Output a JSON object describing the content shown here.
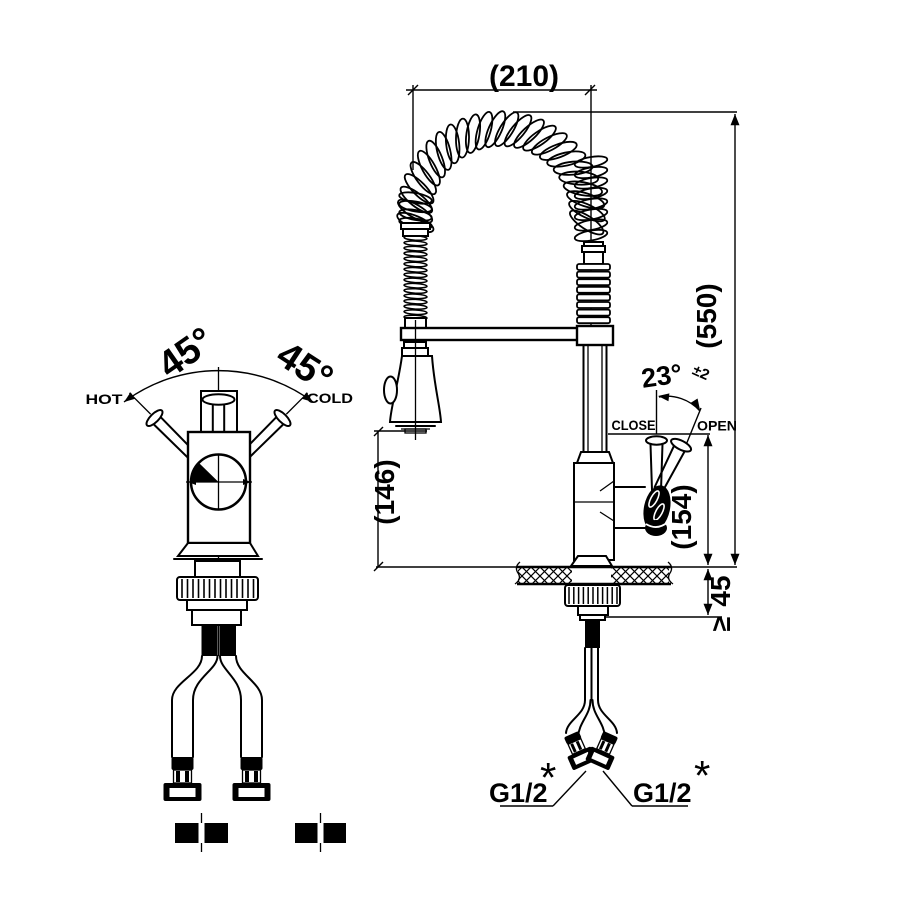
{
  "view_front": {
    "hot": "HOT",
    "cold": "COLD",
    "swing_left": "45°",
    "swing_right": "45°"
  },
  "view_side": {
    "close": "CLOSE",
    "open": "OPEN",
    "handle_angle": "23°",
    "handle_angle_tol": "±2",
    "dim_width": "(210)",
    "dim_height": "(550)",
    "dim_spray_clearance": "(146)",
    "dim_handle_height": "(154)",
    "dim_deck_prefix": "≥",
    "dim_deck": "45",
    "thread_left": "G1/2",
    "thread_right": "G1/2",
    "note_left": "*",
    "note_right": "*"
  },
  "colors": {
    "line": "#000000",
    "background": "#ffffff"
  }
}
